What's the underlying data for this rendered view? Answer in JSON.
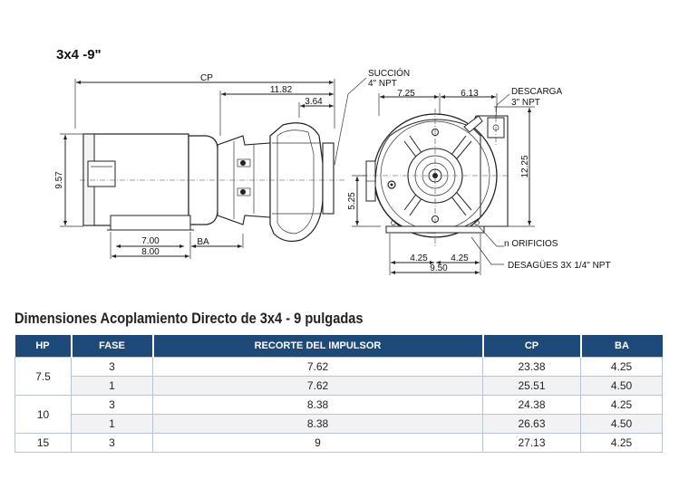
{
  "drawing": {
    "model_title": "3x4 -9\"",
    "labels": {
      "cp": "CP",
      "d_11_82": "11.82",
      "d_3_64": "3.64",
      "d_9_57": "9.57",
      "d_7_00": "7.00",
      "d_8_00": "8.00",
      "ba": "BA",
      "suction_1": "SUCCIÓN",
      "suction_2": "4\" NPT",
      "d_7_25": "7.25",
      "d_6_13": "6.13",
      "discharge_1": "DESCARGA",
      "discharge_2": "3\" NPT",
      "d_12_25": "12.25",
      "d_5_25": "5.25",
      "holes": "n ORIFICIOS",
      "d_4_25_left": "4.25",
      "d_4_25_right": "4.25",
      "d_9_50": "9.50",
      "drains": "DESAGÜES 3X 1/4\" NPT"
    }
  },
  "table": {
    "title": "Dimensiones Acoplamiento Directo de 3x4 - 9 pulgadas",
    "headers": [
      "HP",
      "FASE",
      "RECORTE DEL IMPULSOR",
      "CP",
      "BA"
    ],
    "groups": [
      {
        "hp": "7.5",
        "rows": [
          [
            "3",
            "7.62",
            "23.38",
            "4.25"
          ],
          [
            "1",
            "7.62",
            "25.51",
            "4.50"
          ]
        ]
      },
      {
        "hp": "10",
        "rows": [
          [
            "3",
            "8.38",
            "24.38",
            "4.25"
          ],
          [
            "1",
            "8.38",
            "26.63",
            "4.50"
          ]
        ]
      },
      {
        "hp": "15",
        "rows": [
          [
            "3",
            "9",
            "27.13",
            "4.25"
          ]
        ]
      }
    ]
  }
}
